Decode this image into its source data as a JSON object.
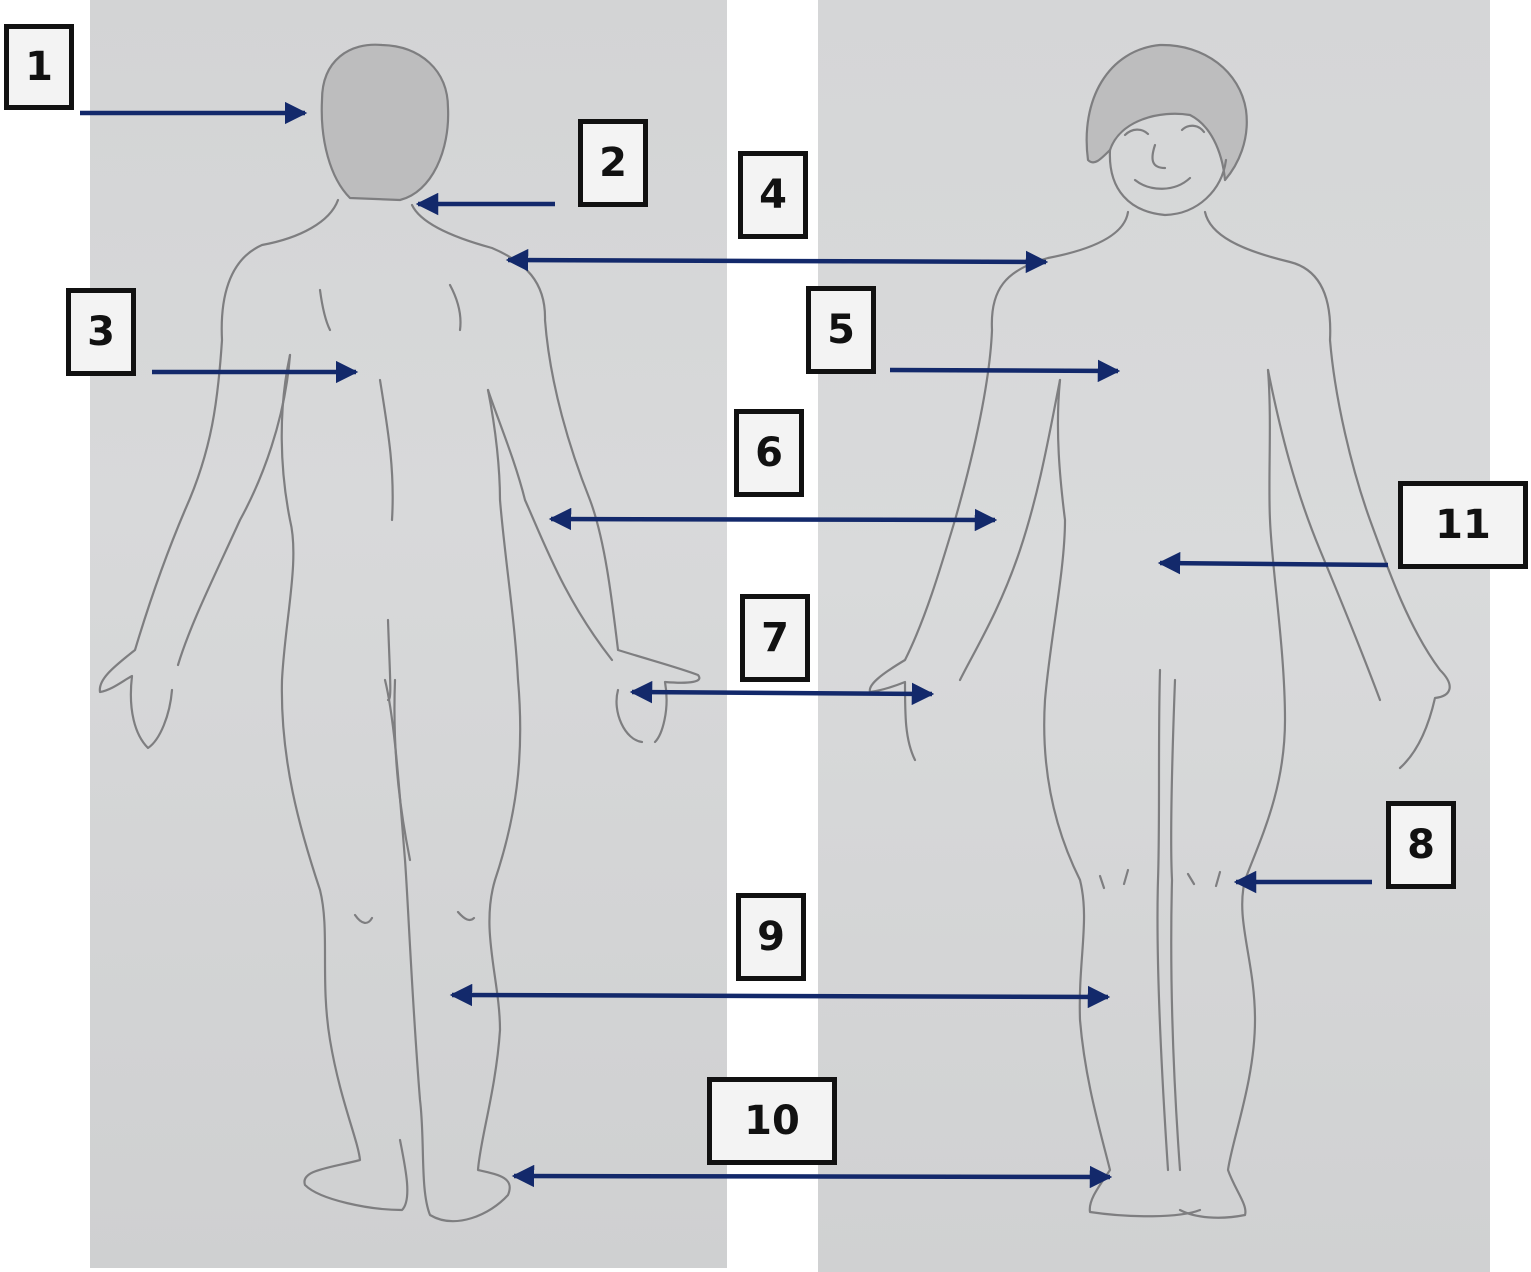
{
  "labels": {
    "l1": "1",
    "l2": "2",
    "l3": "3",
    "l4": "4",
    "l5": "5",
    "l6": "6",
    "l7": "7",
    "l8": "8",
    "l9": "9",
    "l10": "10",
    "l11": "11"
  },
  "colors": {
    "arrow": "#13296b",
    "pencil": "#7e7e80",
    "label_border": "#111111",
    "label_fill": "#f3f3f3"
  }
}
